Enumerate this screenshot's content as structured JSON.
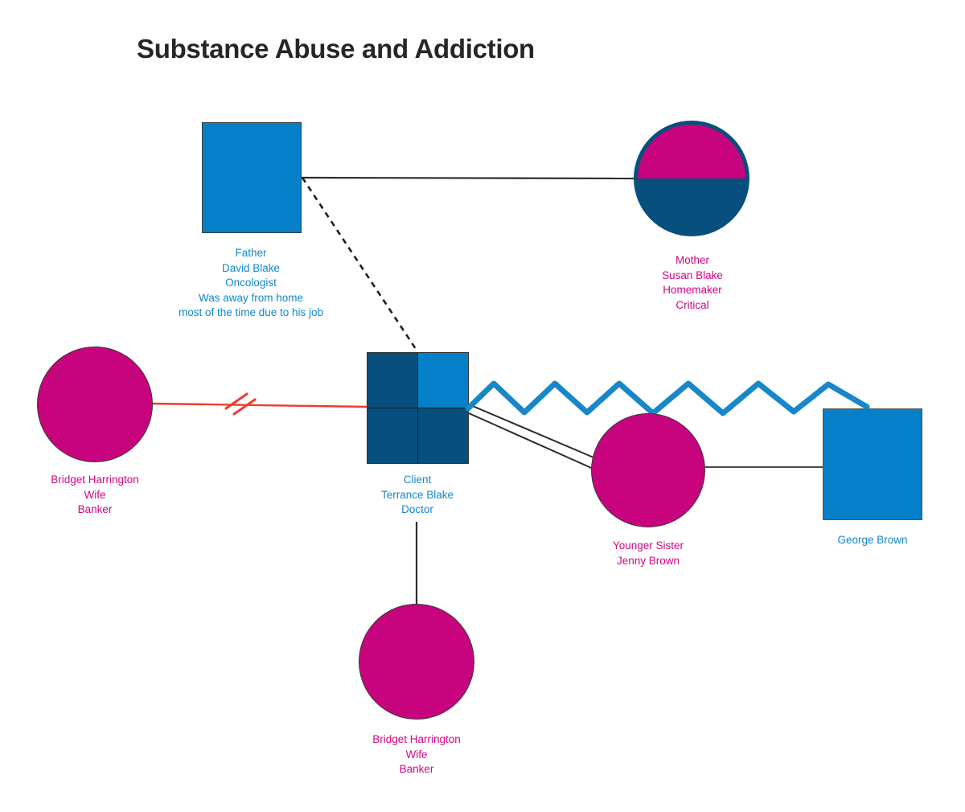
{
  "title": "Substance Abuse and Addiction",
  "colors": {
    "male_fill_light_blue": "#0580C8",
    "dark_blue": "#074F7D",
    "female_fill_magenta": "#C8037E",
    "text_blue": "#1287CC",
    "text_magenta": "#D40680",
    "divorce_red": "#EE3B30",
    "connector_dark": "#2e2e2e",
    "zigzag_blue": "#1787C9",
    "title_color": "#262626"
  },
  "nodes": {
    "father": {
      "shape": "square",
      "lines": [
        "Father",
        "David Blake",
        "Oncologist",
        "Was away from home",
        "most of the time due to his job"
      ]
    },
    "mother": {
      "shape": "half-magenta-half-darkblue-circle",
      "lines": [
        "Mother",
        "Susan Blake",
        "Homemaker",
        "Critical"
      ]
    },
    "client": {
      "shape": "quadrant-square",
      "lines": [
        "Client",
        "Terrance Blake",
        "Doctor"
      ]
    },
    "wife_left": {
      "shape": "circle",
      "lines": [
        "Bridget Harrington",
        "Wife",
        "Banker"
      ]
    },
    "sister": {
      "shape": "circle",
      "lines": [
        "Younger Sister",
        "Jenny Brown"
      ]
    },
    "george": {
      "shape": "square",
      "lines": [
        "George Brown"
      ]
    },
    "wife_bottom": {
      "shape": "circle",
      "lines": [
        "Bridget Harrington",
        "Wife",
        "Banker"
      ]
    }
  },
  "edges": [
    {
      "from": "father",
      "to": "mother",
      "style": "solid"
    },
    {
      "from": "father",
      "to": "client",
      "style": "dashed"
    },
    {
      "from": "wife_left",
      "to": "client",
      "style": "red-with-two-slashes"
    },
    {
      "from": "client",
      "to": "george",
      "style": "blue-zigzag"
    },
    {
      "from": "client",
      "to": "sister",
      "style": "double-parallel"
    },
    {
      "from": "sister",
      "to": "george",
      "style": "solid"
    },
    {
      "from": "client",
      "to": "wife_bottom",
      "style": "solid-vertical"
    }
  ]
}
